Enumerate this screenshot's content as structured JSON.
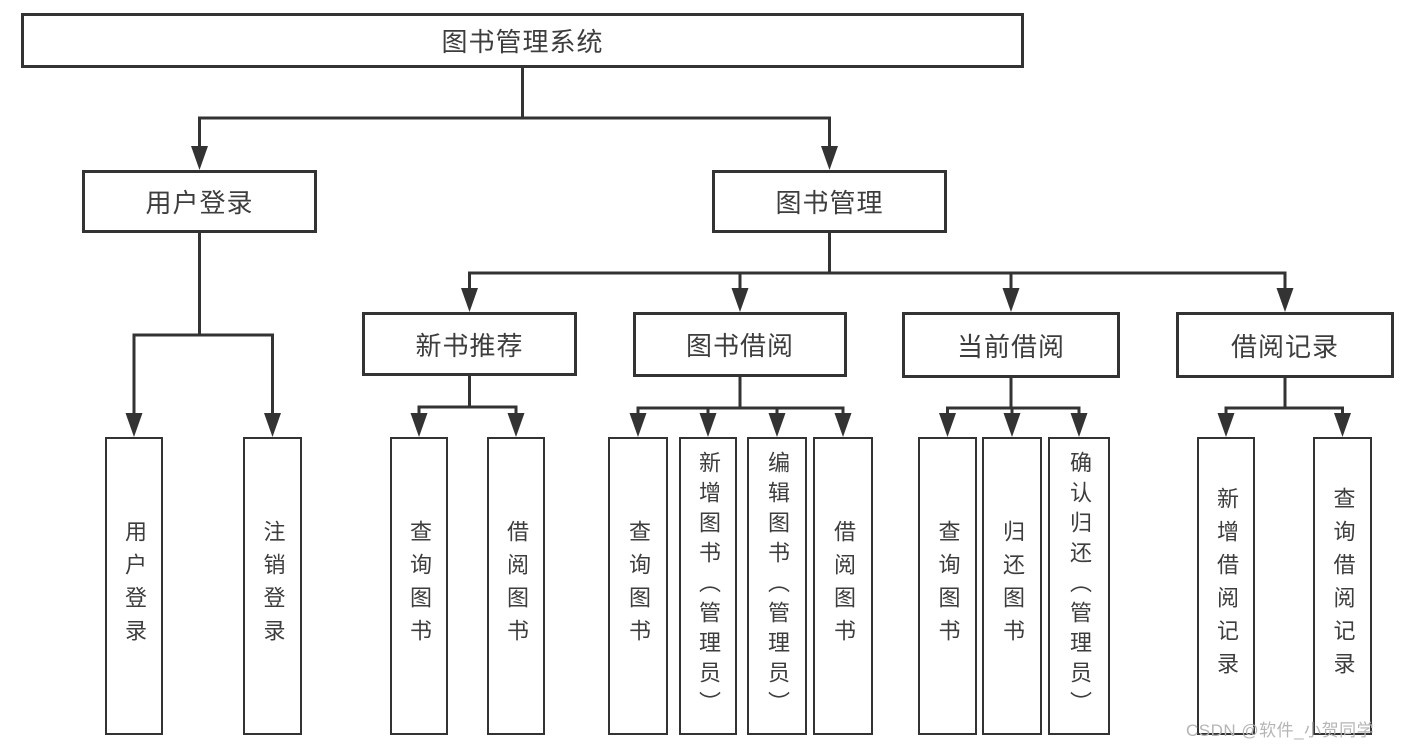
{
  "diagram": {
    "watermark": "CSDN @软件_小贺同学",
    "colors": {
      "line": "#333333",
      "box_border": "#333333",
      "box_background": "#ffffff",
      "text": "#3d3d3d",
      "watermark_text": "#b5b5b5"
    },
    "nodes": [
      {
        "id": "root",
        "label": "图书管理系统",
        "parent": null
      },
      {
        "id": "user-login-group",
        "label": "用户登录",
        "parent": "root"
      },
      {
        "id": "book-management",
        "label": "图书管理",
        "parent": "root"
      },
      {
        "id": "user-login",
        "label": "用户登录",
        "parent": "user-login-group"
      },
      {
        "id": "logout",
        "label": "注销登录",
        "parent": "user-login-group"
      },
      {
        "id": "new-book-recommend",
        "label": "新书推荐",
        "parent": "book-management"
      },
      {
        "id": "book-borrowing",
        "label": "图书借阅",
        "parent": "book-management"
      },
      {
        "id": "current-borrowing",
        "label": "当前借阅",
        "parent": "book-management"
      },
      {
        "id": "borrowing-records",
        "label": "借阅记录",
        "parent": "book-management"
      },
      {
        "id": "query-books-recommend",
        "label": "查询图书",
        "parent": "new-book-recommend"
      },
      {
        "id": "borrow-books-recommend",
        "label": "借阅图书",
        "parent": "new-book-recommend"
      },
      {
        "id": "query-books-borrowing",
        "label": "查询图书",
        "parent": "book-borrowing"
      },
      {
        "id": "add-books-admin",
        "label": "新增图书（管理员）",
        "parent": "book-borrowing"
      },
      {
        "id": "edit-books-admin",
        "label": "编辑图书（管理员）",
        "parent": "book-borrowing"
      },
      {
        "id": "borrow-books-borrowing",
        "label": "借阅图书",
        "parent": "book-borrowing"
      },
      {
        "id": "query-books-current",
        "label": "查询图书",
        "parent": "current-borrowing"
      },
      {
        "id": "return-books",
        "label": "归还图书",
        "parent": "current-borrowing"
      },
      {
        "id": "confirm-return-admin",
        "label": "确认归还（管理员）",
        "parent": "current-borrowing"
      },
      {
        "id": "add-borrow-record",
        "label": "新增借阅记录",
        "parent": "borrowing-records"
      },
      {
        "id": "query-borrow-record",
        "label": "查询借阅记录",
        "parent": "borrowing-records"
      }
    ]
  }
}
